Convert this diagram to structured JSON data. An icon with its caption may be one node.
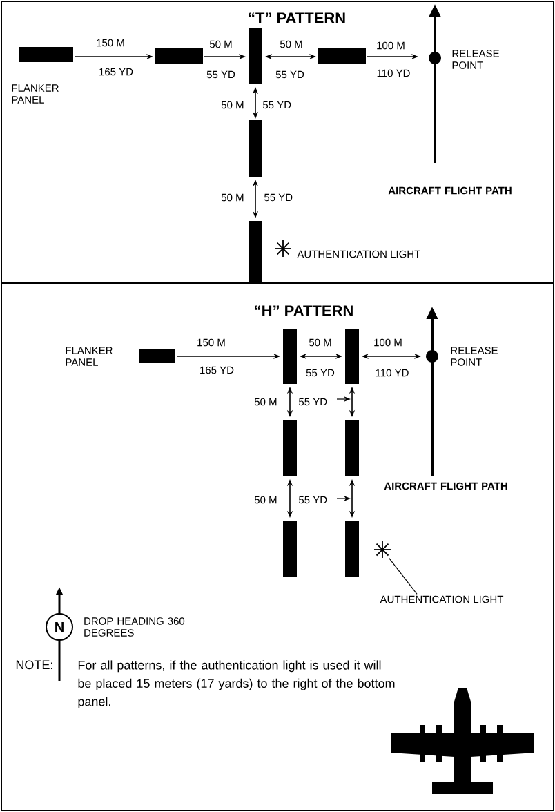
{
  "diagram": {
    "nodes": [
      {
        "text": [
          "N"
        ],
        "beside": [
          "DROP HEADING 360 DEGREES"
        ]
      },
      {
        "text": [
          "AUTHENTICATION LIGHT"
        ]
      },
      {
        "text": [],
        "shape": "star"
      }
    ],
    "edges": [
      {
        "from": 1,
        "to": 2,
        "arrow": "none"
      }
    ],
    "labels": [
      "“T” PATTERN",
      "150 M",
      "50 M",
      "50 M",
      "100 M",
      "RELEASE POINT",
      "165 YD",
      "55 YD",
      "55 YD",
      "110 YD",
      "FLANKER PANEL",
      "50 M",
      "55 YD",
      "AIRCRAFT FLIGHT PATH",
      "50 M",
      "55 YD",
      "AUTHENTICATION LIGHT",
      "“H” PATTERN",
      "FLANKER PANEL",
      "150 M",
      "50 M",
      "100 M",
      "RELEASE POINT",
      "165 YD",
      "55 YD",
      "110 YD",
      "50 M",
      "55 YD",
      "AIRCRAFT FLIGHT PATH",
      "50 M",
      "55 YD",
      "NOTE:",
      "For all patterns, if the authentication light is used it will be placed 15 meters (17 yards) to the right of the bottom panel."
    ]
  }
}
